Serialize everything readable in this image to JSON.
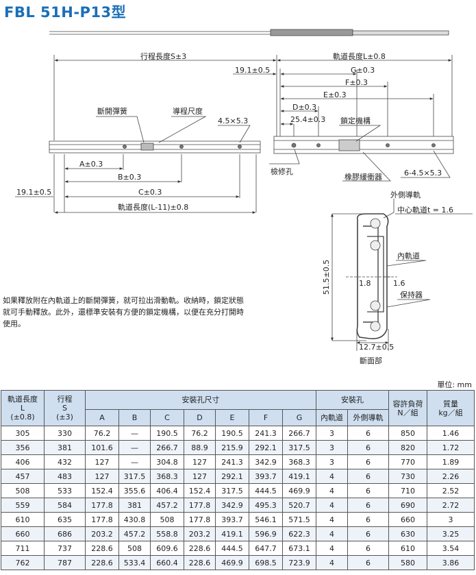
{
  "title": "FBL 51H-P13型",
  "drawing": {
    "stroke_label": "行程長度S±3",
    "rail_length_top": "軌道長度L±0.8",
    "dim_19_1_top": "19.1±0.5",
    "dim_G": "G±0.3",
    "dim_F": "F±0.3",
    "dim_E": "E±0.3",
    "dim_D": "D±0.3",
    "dim_25_4": "25.4±0.3",
    "callout_spring": "斷開彈簧",
    "callout_scale": "導程尺度",
    "callout_slot": "4.5×5.3",
    "callout_lock": "鎖定機構",
    "callout_hole": "檢修孔",
    "callout_bumper": "橡膠緩衝器",
    "callout_holes6": "6-4.5×5.3",
    "dim_A": "A±0.3",
    "dim_B": "B±0.3",
    "dim_C": "C±0.3",
    "dim_19_1_left": "19.1±0.5",
    "rail_length_bottom": "軌道長度(L-11)±0.8"
  },
  "section": {
    "outer_rail": "外側導軌",
    "middle_rail": "中心軌道t = 1.6",
    "inner_rail": "內軌道",
    "left_thick": "1.8",
    "right_thick": "1.6",
    "retainer": "保持器",
    "height": "51.5±0.5",
    "width": "12.7±0.5",
    "caption": "斷面部"
  },
  "note": "如果釋放附在內軌道上的斷開彈簧，就可拉出滑動軌。收納時，鎖定狀態就可手動釋放。此外，還標準安裝有方便的鎖定機構，以便在充分打開時使用。",
  "unit": "單位: mm",
  "table": {
    "h_length": "軌道長度",
    "h_length_sym": "L",
    "h_length_tol": "(±0.8)",
    "h_stroke": "行程",
    "h_stroke_sym": "S",
    "h_stroke_tol": "(±3)",
    "h_mount": "安裝孔尺寸",
    "h_mount_cols": [
      "A",
      "B",
      "C",
      "D",
      "E",
      "F",
      "G"
    ],
    "h_holes": "安裝孔",
    "h_holes_inner": "內軌道",
    "h_holes_outer": "外側導軌",
    "h_load": "容許負荷",
    "h_load_unit": "N／組",
    "h_mass": "質量",
    "h_mass_unit": "kg／組",
    "rows": [
      [
        "305",
        "330",
        "76.2",
        "—",
        "190.5",
        "76.2",
        "190.5",
        "241.3",
        "266.7",
        "3",
        "6",
        "850",
        "1.46"
      ],
      [
        "356",
        "381",
        "101.6",
        "—",
        "266.7",
        "88.9",
        "215.9",
        "292.1",
        "317.5",
        "3",
        "6",
        "820",
        "1.72"
      ],
      [
        "406",
        "432",
        "127",
        "—",
        "304.8",
        "127",
        "241.3",
        "342.9",
        "368.3",
        "3",
        "6",
        "770",
        "1.89"
      ],
      [
        "457",
        "483",
        "127",
        "317.5",
        "368.3",
        "127",
        "292.1",
        "393.7",
        "419.1",
        "4",
        "6",
        "730",
        "2.26"
      ],
      [
        "508",
        "533",
        "152.4",
        "355.6",
        "406.4",
        "152.4",
        "317.5",
        "444.5",
        "469.9",
        "4",
        "6",
        "710",
        "2.52"
      ],
      [
        "559",
        "584",
        "177.8",
        "381",
        "457.2",
        "177.8",
        "342.9",
        "495.3",
        "520.7",
        "4",
        "6",
        "690",
        "2.72"
      ],
      [
        "610",
        "635",
        "177.8",
        "430.8",
        "508",
        "177.8",
        "393.7",
        "546.1",
        "571.5",
        "4",
        "6",
        "660",
        "3"
      ],
      [
        "660",
        "686",
        "203.2",
        "457.2",
        "558.8",
        "203.2",
        "419.1",
        "596.9",
        "622.3",
        "4",
        "6",
        "630",
        "3.25"
      ],
      [
        "711",
        "737",
        "228.6",
        "508",
        "609.6",
        "228.6",
        "444.5",
        "647.7",
        "673.1",
        "4",
        "6",
        "610",
        "3.54"
      ],
      [
        "762",
        "787",
        "228.6",
        "533.4",
        "660.4",
        "228.6",
        "469.9",
        "698.5",
        "723.9",
        "4",
        "6",
        "580",
        "3.86"
      ]
    ]
  }
}
